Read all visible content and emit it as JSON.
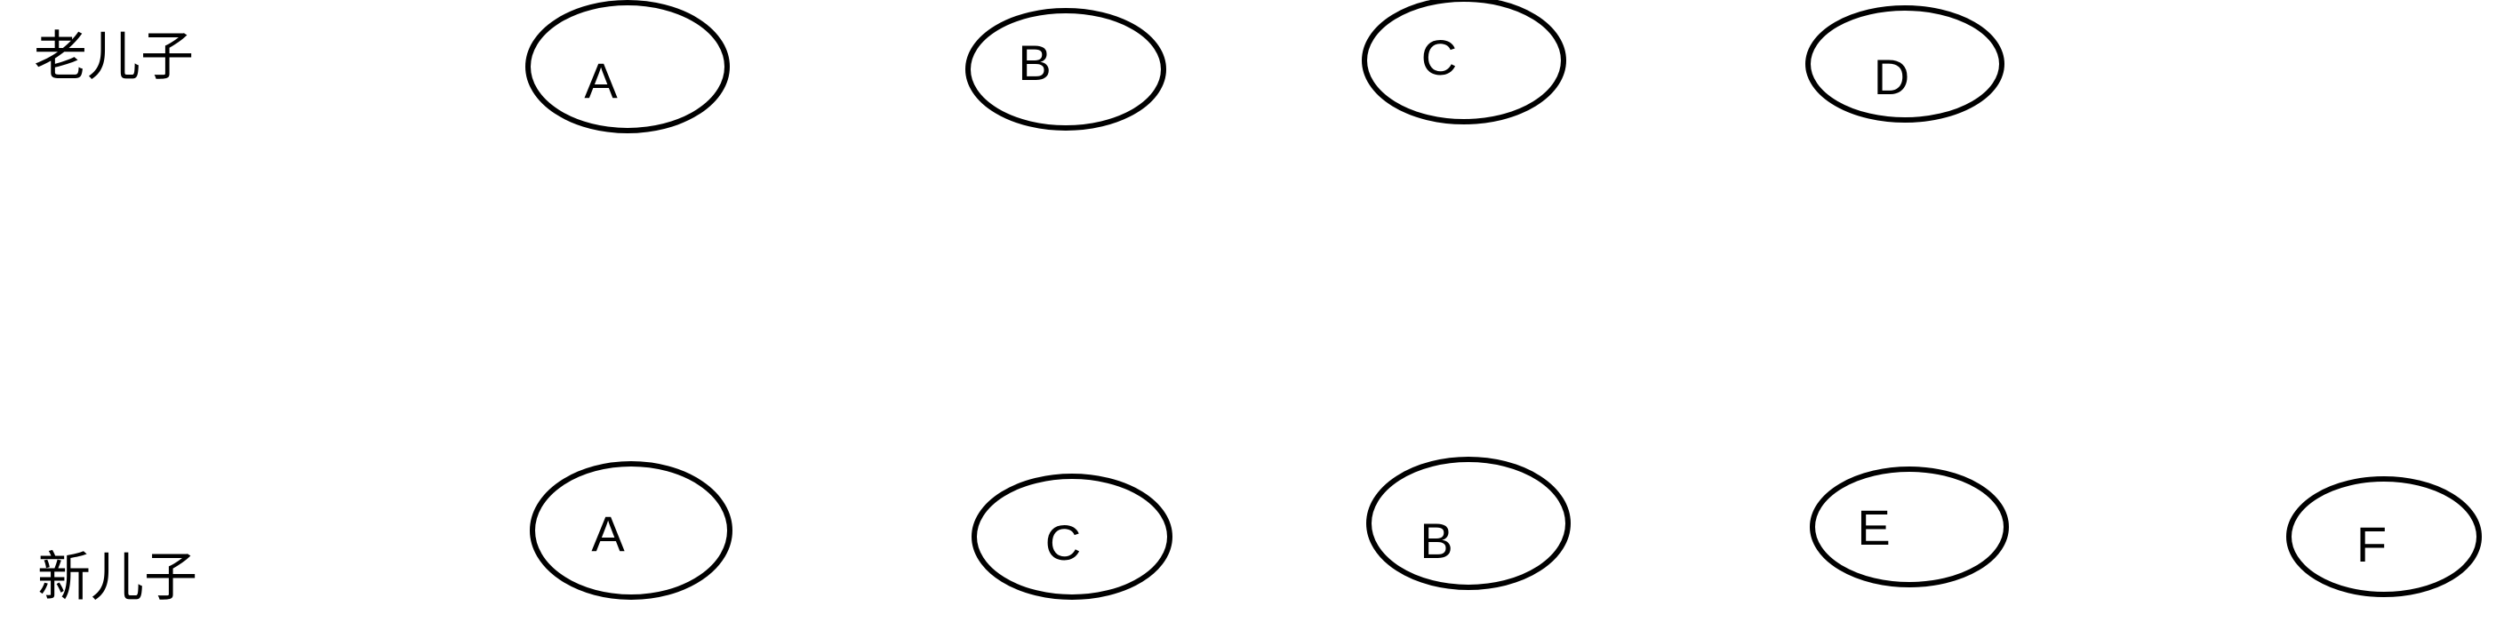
{
  "rows": {
    "old": {
      "label": "老儿子",
      "nodes": [
        "A",
        "B",
        "C",
        "D"
      ]
    },
    "new": {
      "label": "新儿子",
      "nodes": [
        "A",
        "C",
        "B",
        "E",
        "F"
      ]
    }
  }
}
